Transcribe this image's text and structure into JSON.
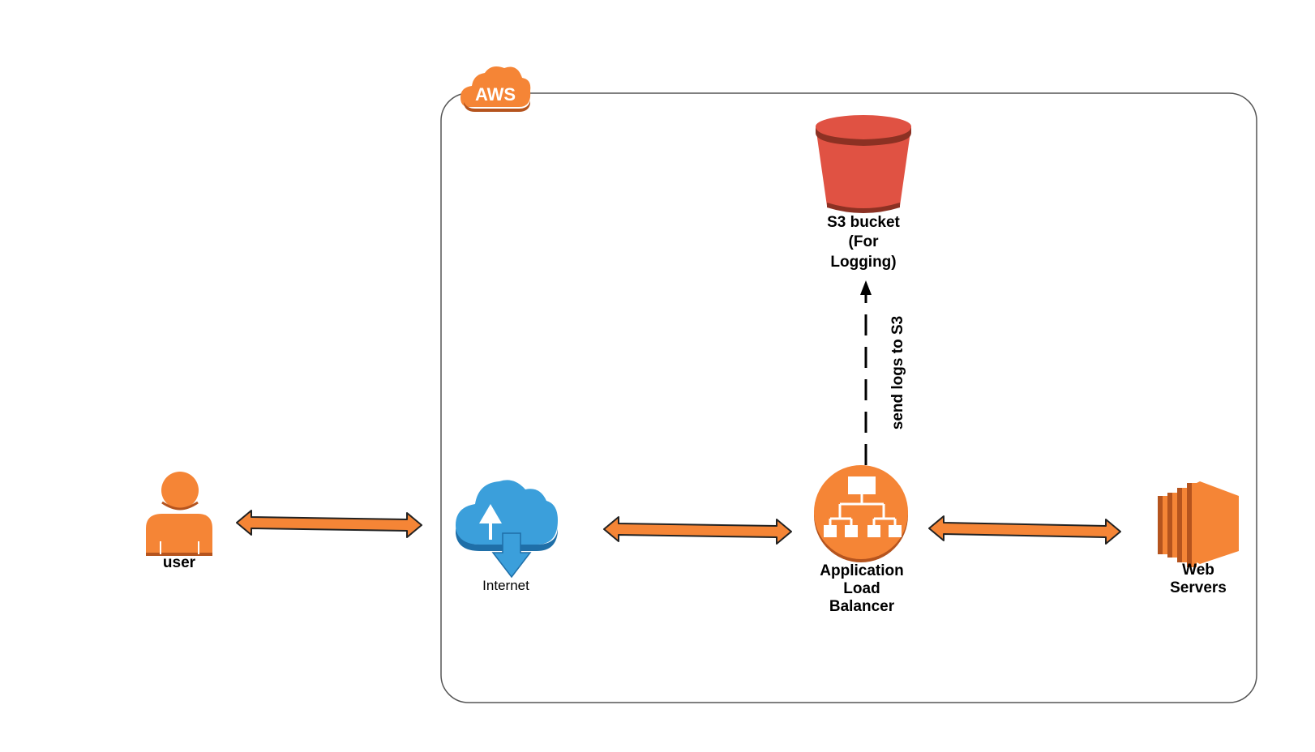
{
  "aws_group": {
    "label": "AWS"
  },
  "nodes": {
    "user": {
      "label": "user"
    },
    "internet": {
      "label": "Internet"
    },
    "alb": {
      "lines": [
        "Application",
        "Load",
        "Balancer"
      ]
    },
    "web_servers": {
      "lines": [
        "Web",
        "Servers"
      ]
    },
    "s3": {
      "lines": [
        "S3 bucket",
        "(For",
        "Logging)"
      ]
    }
  },
  "edges": {
    "logs": {
      "label": "send logs to S3"
    }
  },
  "colors": {
    "aws_orange": "#F58536",
    "arrow_fill": "#F58536",
    "s3_red": "#E05243",
    "s3_dark": "#8C3123",
    "internet_blue": "#3B9FDB",
    "group_border": "#555555"
  }
}
